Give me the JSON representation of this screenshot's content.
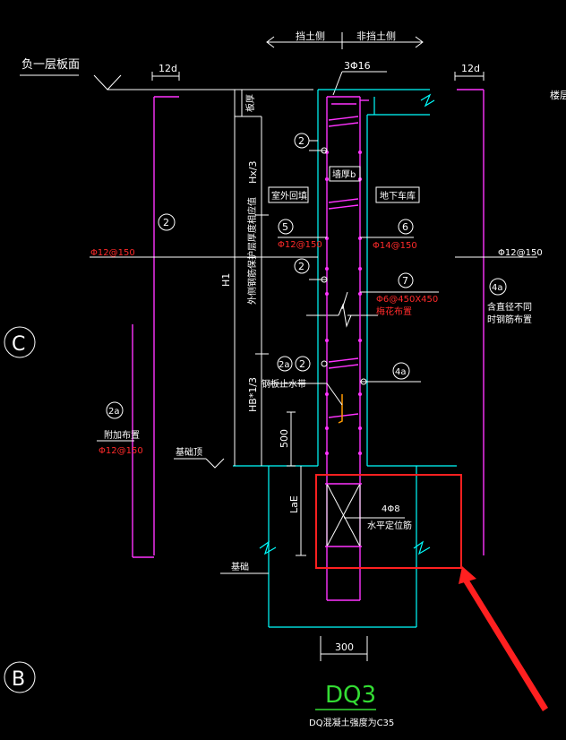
{
  "colors": {
    "background": "#000000",
    "wall": "#00ffff",
    "rebar": "#ff33ff",
    "dimension": "#ffffff",
    "callout": "#ffffff",
    "text": "#ffffff",
    "red_text": "#ff2a2a",
    "grid": "#ffffff",
    "waterstop": "#ff9900",
    "highlight": "#ff2020",
    "title": "#33dd33",
    "break_line": "#ffffff"
  },
  "labels": {
    "retaining_side": "挡土侧",
    "non_retaining_side": "非挡土侧",
    "basement_slab": "负一层板面",
    "dim_12d_left": "12d",
    "dim_12d_right": "12d",
    "top_bars": "3Φ16",
    "slab_right": "楼层",
    "slab_thickness": "板厚",
    "hx3": "Hx/3",
    "wall_thickness": "墙厚b",
    "outdoor_backfill": "室外回填",
    "basement_garage": "地下车库",
    "callout_2_top": "2",
    "callout_2_left": "2",
    "callout_2_mid": "2",
    "callout_5": "5",
    "callout_6": "6",
    "callout_7": "7",
    "callout_4a_right": "4a",
    "callout_2a_mid": "2a",
    "callout_2b_mid": "2",
    "callout_4a_mid": "4a",
    "callout_2a_left": "2a",
    "bar_5": "Φ12@150",
    "bar_6": "Φ14@150",
    "bar_7_spec": "Φ6@450X450",
    "bar_7_note": "梅花布置",
    "left_bar": "Φ12@150",
    "right_bar": "Φ12@150",
    "right_note_line1": "含直径不同",
    "right_note_line2": "时钢筋布置",
    "h1": "H1",
    "vertical_note": "外侧钢筋保护层厚度相应值",
    "waterstop": "钢板止水带",
    "hb3": "HB*1/3",
    "dim_500": "500",
    "extra_label": "附加布置",
    "extra_bar": "Φ12@150",
    "foundation_top": "基础顶",
    "loe": "LaE",
    "stirrup_spec": "4Φ8",
    "stirrup_note": "水平定位筋",
    "foundation": "基础",
    "dim_300": "300",
    "grid_c": "C",
    "grid_b": "B",
    "title": "DQ3",
    "concrete_note": "DQ混凝土强度为C35"
  }
}
